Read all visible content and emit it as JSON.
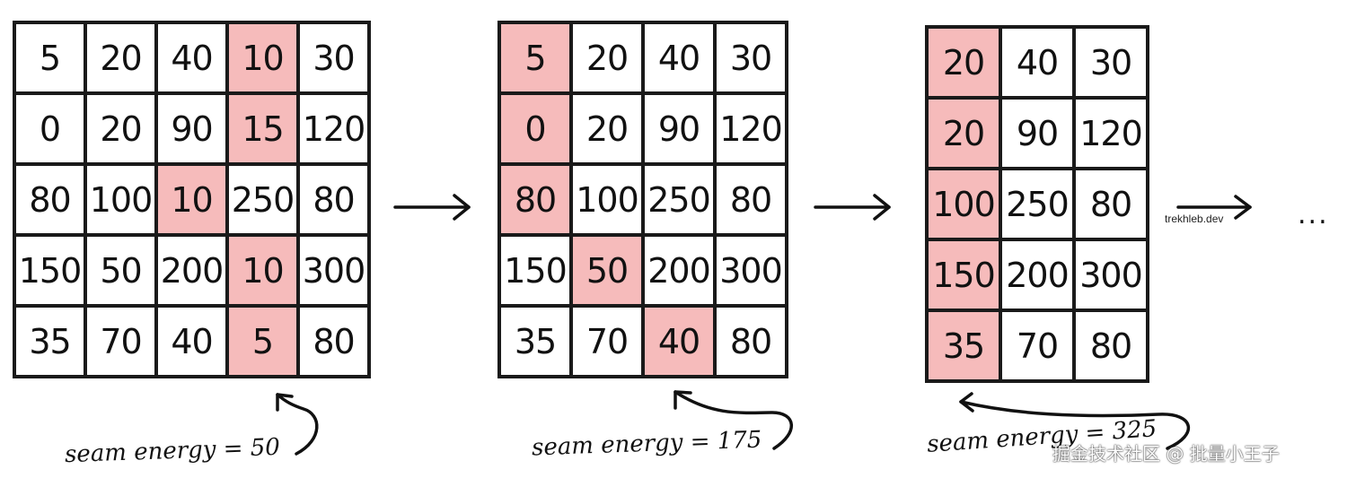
{
  "steps": [
    {
      "rows": [
        [
          "5",
          "20",
          "40",
          "10",
          "30"
        ],
        [
          "0",
          "20",
          "90",
          "15",
          "120"
        ],
        [
          "80",
          "100",
          "10",
          "250",
          "80"
        ],
        [
          "150",
          "50",
          "200",
          "10",
          "300"
        ],
        [
          "35",
          "70",
          "40",
          "5",
          "80"
        ]
      ],
      "seam": [
        [
          0,
          3
        ],
        [
          1,
          3
        ],
        [
          2,
          2
        ],
        [
          3,
          3
        ],
        [
          4,
          3
        ]
      ],
      "caption": "seam energy = 50"
    },
    {
      "rows": [
        [
          "5",
          "20",
          "40",
          "30"
        ],
        [
          "0",
          "20",
          "90",
          "120"
        ],
        [
          "80",
          "100",
          "250",
          "80"
        ],
        [
          "150",
          "50",
          "200",
          "300"
        ],
        [
          "35",
          "70",
          "40",
          "80"
        ]
      ],
      "seam": [
        [
          0,
          0
        ],
        [
          1,
          0
        ],
        [
          2,
          0
        ],
        [
          3,
          1
        ],
        [
          4,
          2
        ]
      ],
      "caption": "seam energy = 175"
    },
    {
      "rows": [
        [
          "20",
          "40",
          "30"
        ],
        [
          "20",
          "90",
          "120"
        ],
        [
          "100",
          "250",
          "80"
        ],
        [
          "150",
          "200",
          "300"
        ],
        [
          "35",
          "70",
          "80"
        ]
      ],
      "seam": [
        [
          0,
          0
        ],
        [
          1,
          0
        ],
        [
          2,
          0
        ],
        [
          3,
          0
        ],
        [
          4,
          0
        ]
      ],
      "caption": "seam energy = 325"
    }
  ],
  "site_label": "trekhleb.dev",
  "ellipsis": "...",
  "watermark": "掘金技术社区 @ 批量小王子",
  "colors": {
    "highlight": "#f6bbbb",
    "line": "#1a1a1a"
  },
  "icons": [
    "arrow-right-icon",
    "curved-arrow-icon"
  ]
}
